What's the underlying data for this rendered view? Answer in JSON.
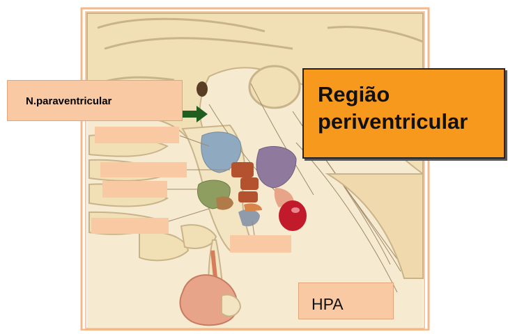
{
  "labels": {
    "paraventricular": "N.paraventricular",
    "regiao": "Região\nperiventricular",
    "hpa": "HPA"
  },
  "colors": {
    "frame": "#f4b98a",
    "label_fill": "#f9c9a3",
    "highlight_fill": "#f7991c",
    "arrow": "#1f5e1f",
    "brain_tissue": "#f3e4c2",
    "brain_outline": "#c9b48a",
    "nucleus_blue": "#8ea9c0",
    "nucleus_red": "#b4522f",
    "nucleus_purple": "#8f7a9e",
    "nucleus_green": "#8e9e61",
    "pituitary_red": "#c11a2a",
    "gland_pink": "#e7a488"
  },
  "icons": {
    "pointer": "arrow-right-icon"
  }
}
